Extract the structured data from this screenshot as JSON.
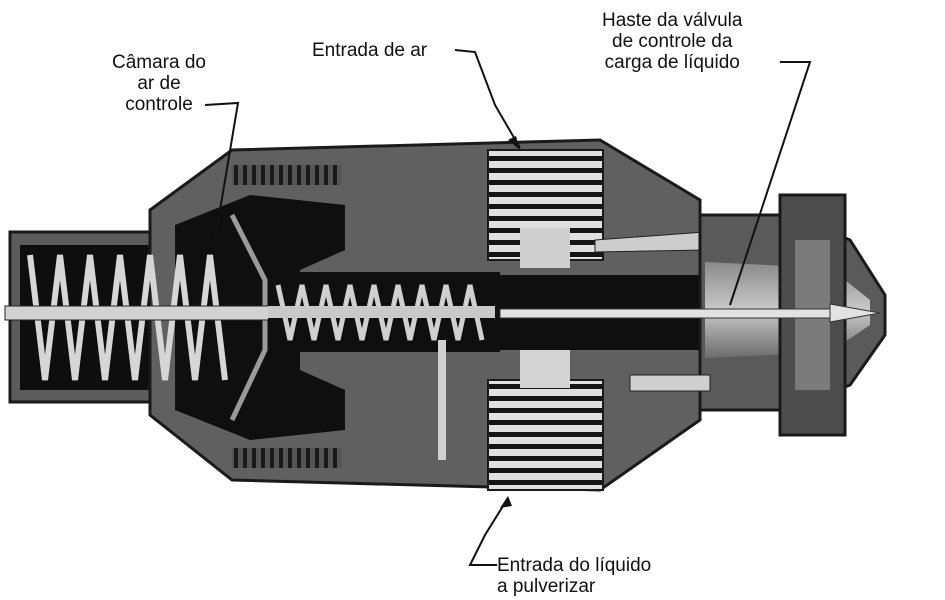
{
  "labels": {
    "control_air_chamber": [
      "Câmara do",
      "ar de",
      "controle"
    ],
    "air_inlet": [
      "Entrada de ar"
    ],
    "stem": [
      "Haste da válvula",
      "de controle da",
      "carga de líquido"
    ],
    "liquid_inlet": [
      "Entrada do líquido",
      "a pulverizar"
    ]
  },
  "colors": {
    "body": "#5f5f5f",
    "dark": "#111111",
    "light": "#d8d8d8",
    "background": "#ffffff"
  }
}
